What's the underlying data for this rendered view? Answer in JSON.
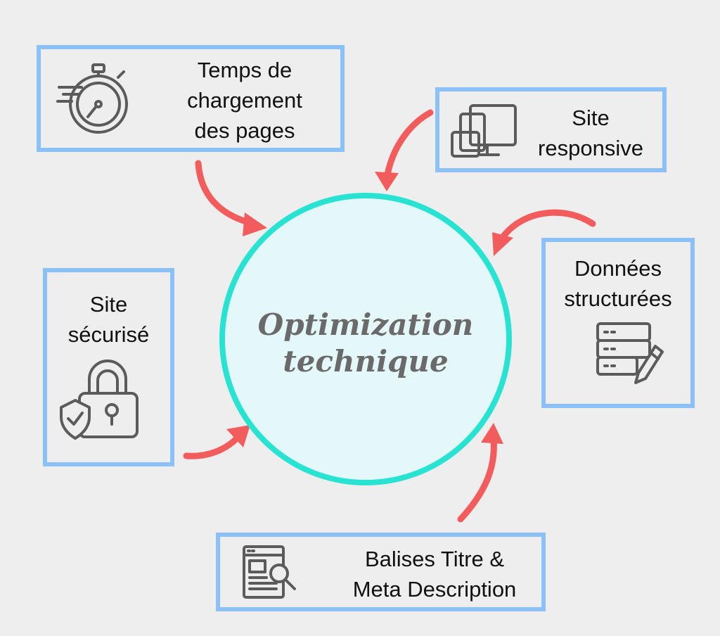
{
  "colors": {
    "background": "#eeeeee",
    "node_border": "#8cc1f7",
    "hub_border": "#29e3d2",
    "hub_fill": "#e4f8f9",
    "arrow": "#f25c5c",
    "icon": "#5b5b5b"
  },
  "hub": {
    "line1": "Optimization",
    "line2": "technique"
  },
  "nodes": {
    "loading_time": {
      "line1": "Temps de",
      "line2": "chargement",
      "line3": "des pages",
      "icon": "stopwatch-icon"
    },
    "responsive": {
      "line1": "Site",
      "line2": "responsive",
      "icon": "devices-icon"
    },
    "structured_data": {
      "line1": "Données",
      "line2": "structurées",
      "icon": "database-edit-icon"
    },
    "secure": {
      "line1": "Site",
      "line2": "sécurisé",
      "icon": "lock-shield-icon"
    },
    "meta_tags": {
      "line1": "Balises Titre &",
      "line2": "Meta Description",
      "icon": "webpage-search-icon"
    }
  }
}
